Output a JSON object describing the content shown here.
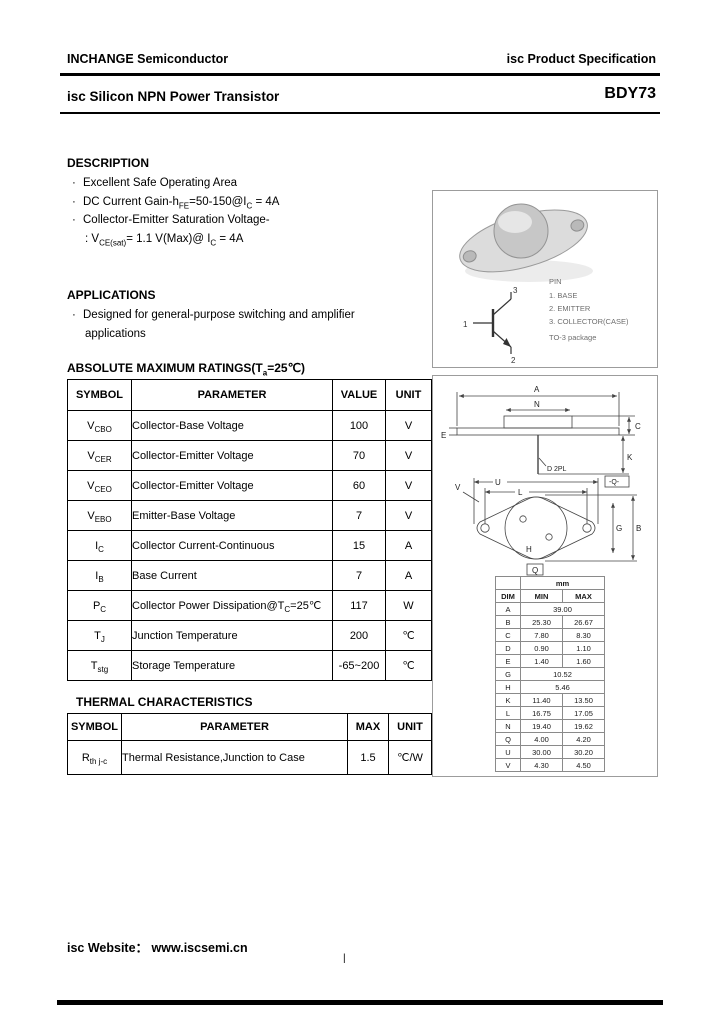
{
  "header": {
    "company": "INCHANGE Semiconductor",
    "product_spec": "isc Product Specification",
    "title": "isc Silicon NPN Power Transistor",
    "part_number": "BDY73"
  },
  "description": {
    "heading": "DESCRIPTION",
    "bullets": [
      {
        "bullet": true,
        "indent": false,
        "text": "Excellent Safe Operating Area"
      },
      {
        "bullet": true,
        "indent": false,
        "text": "DC Current Gain-h_{FE}=50-150@I_{C} = 4A"
      },
      {
        "bullet": true,
        "indent": false,
        "text": "Collector-Emitter Saturation Voltage-"
      },
      {
        "bullet": false,
        "indent": true,
        "text": ": V_{CE(sat)}= 1.1 V(Max)@ I_{C} = 4A"
      }
    ]
  },
  "applications": {
    "heading": "APPLICATIONS",
    "bullets": [
      {
        "bullet": true,
        "indent": false,
        "text": "Designed for general-purpose switching and amplifier"
      },
      {
        "bullet": false,
        "indent": true,
        "text": "applications"
      }
    ]
  },
  "package_photo": {
    "pin_heading": "PIN",
    "pins": [
      "1. BASE",
      "2. EMITTER",
      "3. COLLECTOR(CASE)"
    ],
    "package_name": "TO-3 package",
    "schematic_pins": {
      "collector": "3",
      "base": "1",
      "emitter": "2"
    }
  },
  "max_ratings": {
    "heading": "ABSOLUTE MAXIMUM RATINGS(T_{a}=25℃)",
    "columns": [
      "SYMBOL",
      "PARAMETER",
      "VALUE",
      "UNIT"
    ],
    "rows": [
      {
        "symbol": "V_{CBO}",
        "parameter": "Collector-Base Voltage",
        "value": "100",
        "unit": "V"
      },
      {
        "symbol": "V_{CER}",
        "parameter": "Collector-Emitter Voltage",
        "value": "70",
        "unit": "V"
      },
      {
        "symbol": "V_{CEO}",
        "parameter": "Collector-Emitter Voltage",
        "value": "60",
        "unit": "V"
      },
      {
        "symbol": "V_{EBO}",
        "parameter": "Emitter-Base Voltage",
        "value": "7",
        "unit": "V"
      },
      {
        "symbol": "I_{C}",
        "parameter": "Collector Current-Continuous",
        "value": "15",
        "unit": "A"
      },
      {
        "symbol": "I_{B}",
        "parameter": "Base Current",
        "value": "7",
        "unit": "A"
      },
      {
        "symbol": "P_{C}",
        "parameter": "Collector Power Dissipation@T_{C}=25℃",
        "value": "117",
        "unit": "W"
      },
      {
        "symbol": "T_{J}",
        "parameter": "Junction Temperature",
        "value": "200",
        "unit": "℃"
      },
      {
        "symbol": "T_{stg}",
        "parameter": "Storage Temperature",
        "value": "-65~200",
        "unit": "℃"
      }
    ]
  },
  "thermal": {
    "heading": "THERMAL CHARACTERISTICS",
    "columns": [
      "SYMBOL",
      "PARAMETER",
      "MAX",
      "UNIT"
    ],
    "rows": [
      {
        "symbol": "R_{th j-c}",
        "parameter": "Thermal Resistance,Junction to Case",
        "value": "1.5",
        "unit": "℃/W"
      }
    ]
  },
  "package_drawing": {
    "unit_label": "mm",
    "dim_columns": [
      "DIM",
      "MIN",
      "MAX"
    ],
    "dims": [
      {
        "dim": "A",
        "min": "39.00",
        "max": null
      },
      {
        "dim": "B",
        "min": "25.30",
        "max": "26.67"
      },
      {
        "dim": "C",
        "min": "7.80",
        "max": "8.30"
      },
      {
        "dim": "D",
        "min": "0.90",
        "max": "1.10"
      },
      {
        "dim": "E",
        "min": "1.40",
        "max": "1.60"
      },
      {
        "dim": "G",
        "min": "10.52",
        "max": null
      },
      {
        "dim": "H",
        "min": "5.46",
        "max": null
      },
      {
        "dim": "K",
        "min": "11.40",
        "max": "13.50"
      },
      {
        "dim": "L",
        "min": "16.75",
        "max": "17.05"
      },
      {
        "dim": "N",
        "min": "19.40",
        "max": "19.62"
      },
      {
        "dim": "Q",
        "min": "4.00",
        "max": "4.20"
      },
      {
        "dim": "U",
        "min": "30.00",
        "max": "30.20"
      },
      {
        "dim": "V",
        "min": "4.30",
        "max": "4.50"
      }
    ],
    "labels": {
      "A": "A",
      "N": "N",
      "C": "C",
      "E": "E",
      "K": "K",
      "D": "D 2PL",
      "V": "V",
      "U": "U",
      "L": "L",
      "Q_DATUM": "-Q-",
      "G": "G",
      "B": "B",
      "H": "H",
      "Q": "Q"
    }
  },
  "footer": {
    "website": "isc Website： www.iscsemi.cn",
    "page_mark": "|"
  }
}
